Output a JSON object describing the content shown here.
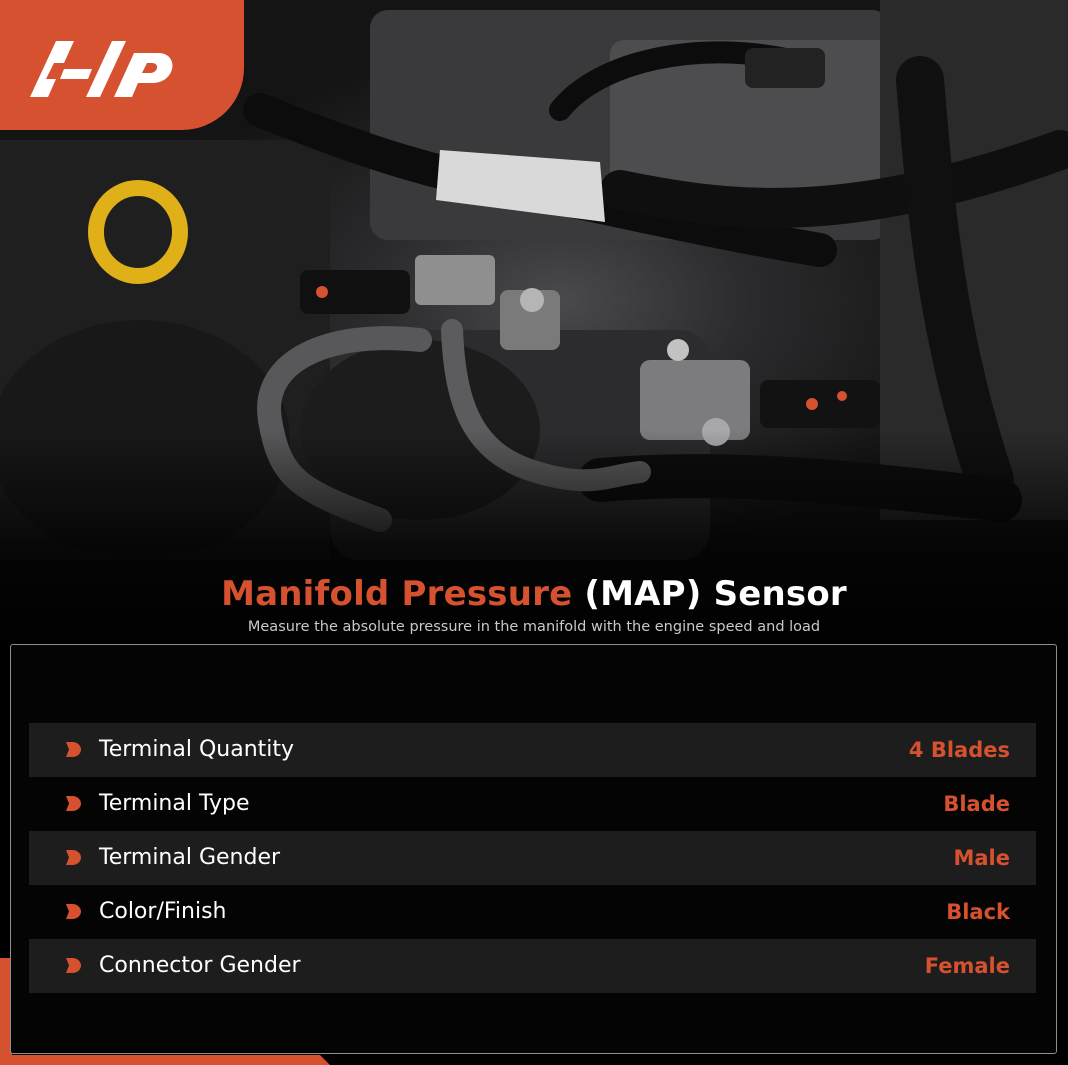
{
  "brand": {
    "logo_text": "A-P",
    "accent_color": "#d6512f"
  },
  "hero": {
    "image_subject": "engine-bay-map-sensor-photo"
  },
  "headline": {
    "accent_text": "Manifold Pressure",
    "plain_text": " (MAP) Sensor",
    "subtitle": "Measure the absolute pressure in the manifold with the engine speed and load"
  },
  "specs": [
    {
      "label": "Terminal Quantity",
      "value": "4 Blades",
      "icon": "arrow-bullet-icon"
    },
    {
      "label": "Terminal Type",
      "value": "Blade",
      "icon": "arrow-bullet-icon"
    },
    {
      "label": "Terminal Gender",
      "value": "Male",
      "icon": "arrow-bullet-icon"
    },
    {
      "label": "Color/Finish",
      "value": "Black",
      "icon": "arrow-bullet-icon"
    },
    {
      "label": "Connector Gender",
      "value": "Female",
      "icon": "arrow-bullet-icon"
    }
  ]
}
